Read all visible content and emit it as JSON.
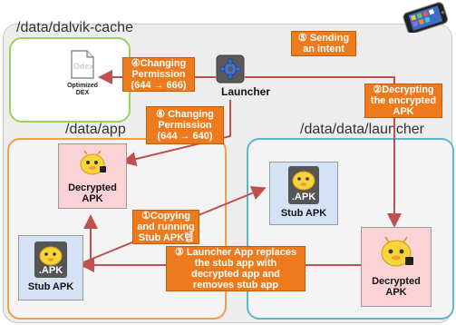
{
  "paths": {
    "dalvik_cache": "/data/dalvik-cache",
    "app": "/data/app",
    "launcher": "/data/data/launcher"
  },
  "nodes": {
    "dex_file_label": "Odex",
    "dex_caption": "Optimized\nDEX",
    "launcher_label": "Launcher",
    "decrypted_apk_app": "Decrypted\nAPK",
    "stub_apk_app": "Stub APK",
    "stub_apk_launcher": "Stub APK",
    "decrypted_apk_launcher": "Decrypted\nAPK",
    "apk_badge": ".APK"
  },
  "steps": {
    "step1": "①Copying\nand running\nStub APK렙",
    "step2": "②Decrypting\nthe encrypted\nAPK",
    "step3": "③ Launcher App replaces\nthe stub app with\ndecrypted app and\nremoves stub app",
    "step4": "④Changing\nPermission\n(644 → 666)",
    "step5": "⑤ Sending\nan intent",
    "step6": "⑥ Changing\nPermission\n(644 → 640)"
  },
  "colors": {
    "arrow": "#c0504d",
    "note_fill": "#ee7a1e",
    "dalvik_border": "#9fce63",
    "app_border": "#f0a04a",
    "launcher_border": "#5cb8d0"
  },
  "icons": [
    "phone-icon",
    "dex-file-icon",
    "launcher-gear-icon",
    "android-apk-icon"
  ]
}
